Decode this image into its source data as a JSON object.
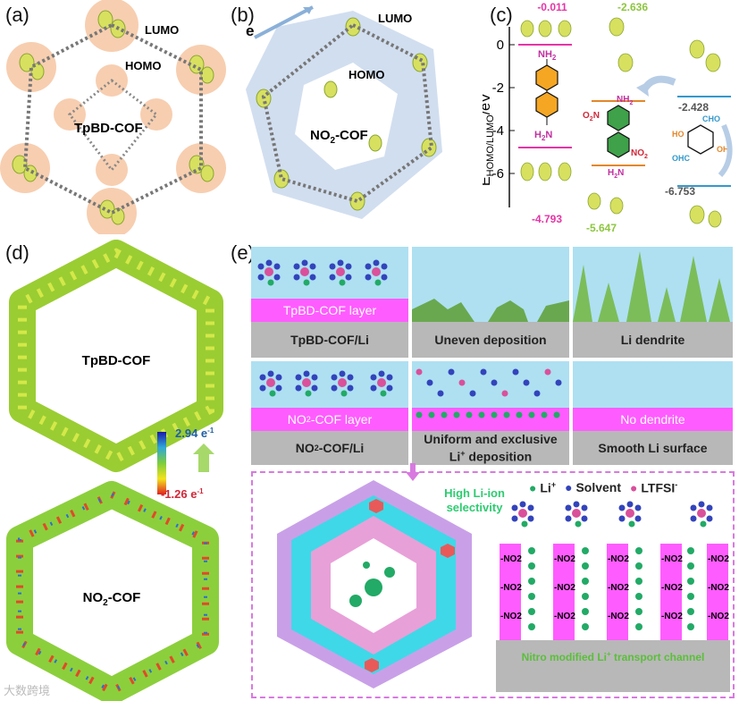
{
  "panels": {
    "a": {
      "label": "(a)",
      "cof_name": "TpBD-COF",
      "lumo": "LUMO",
      "homo": "HOMO"
    },
    "b": {
      "label": "(b)",
      "electron": "e",
      "cof_name": "NO",
      "cof_sub": "2",
      "cof_suffix": "-COF",
      "lumo": "LUMO",
      "homo": "HOMO"
    },
    "c": {
      "label": "(c)",
      "ylabel_main": "E",
      "ylabel_sub": "HOMO/LUMO",
      "ylabel_unit": "/eV",
      "yticks": [
        "0",
        "-2",
        "-4",
        "-6"
      ],
      "values": {
        "bd_lumo": "-0.011",
        "bd_homo": "-4.793",
        "no2_lumo": "-2.636",
        "no2_homo": "-5.647",
        "tp_lumo": "-2.428",
        "tp_homo": "-6.753"
      },
      "groups": {
        "nh2": "NH",
        "nh2_sub": "2",
        "h2n": "H",
        "h2n_sub": "2",
        "h2n_n": "N",
        "o2n": "O",
        "o2n_sub": "2",
        "o2n_n": "N",
        "no2": "NO",
        "no2_sub": "2",
        "cho": "CHO",
        "ohc": "OHC",
        "ho": "HO",
        "oh": "OH"
      }
    },
    "d": {
      "label": "(d)",
      "top_name": "TpBD-COF",
      "bottom_name": "NO",
      "bottom_sub": "2",
      "bottom_suffix": "-COF",
      "scale_max": "2.94 e",
      "scale_max_sup": "-1",
      "scale_min": "-1.26 e",
      "scale_min_sup": "-1"
    },
    "e": {
      "label": "(e)",
      "row1": {
        "layer": "TpBD-COF layer",
        "c1": "TpBD-COF/Li",
        "c2": "Uneven deposition",
        "c3": "Li dendrite"
      },
      "row2": {
        "layer_pre": "NO",
        "layer_sub": "2",
        "layer_post": "-COF layer",
        "c1_pre": "NO",
        "c1_sub": "2",
        "c1_post": "-COF/Li",
        "c2_l1": "Uniform and exclusive",
        "c2_l2_pre": "Li",
        "c2_l2_sup": "+",
        "c2_l2_post": " deposition",
        "c3_tag": "No dendrite",
        "c3": "Smooth Li surface"
      },
      "selectivity": [
        "High Li-ion",
        "selectivity"
      ],
      "legend": {
        "li": "Li",
        "li_sup": "+",
        "solvent": "Solvent",
        "ltfsi": "LTFSI",
        "ltfsi_sup": "-"
      },
      "no2_label": "-NO",
      "no2_label_sub": "2",
      "channel": "Nitro modified Li",
      "channel_sup": "+",
      "channel_post": " transport channel"
    },
    "watermark": "大数跨境"
  },
  "colors": {
    "lumo_line": "#e535a6",
    "homo_line_bd": "#e535a6",
    "no2_line": "#e3872a",
    "tp_line": "#3399cc",
    "green_val": "#8dc63f",
    "li": "#22aa66",
    "solvent": "#3344bb",
    "ltfsi": "#d9509b",
    "magenta": "#ff5cff",
    "sky": "#aee0f2"
  }
}
